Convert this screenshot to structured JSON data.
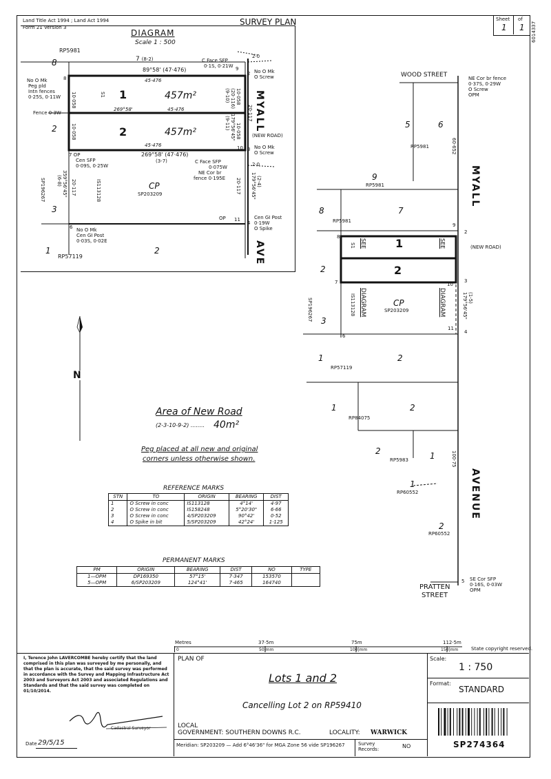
{
  "header": {
    "acts": "Land Title Act 1994 ;  Land Act 1994",
    "form": "Form 21 Version 3",
    "title": "SURVEY PLAN",
    "sheet_label": "Sheet",
    "of_label": "of",
    "sheet_num": "1",
    "sheet_total": "1",
    "doc_ref": "6014337"
  },
  "diagram": {
    "title": "DIAGRAM",
    "scale": "Scale  1 : 500",
    "lot1": "1",
    "lot1_area": "457m²",
    "lot2": "2",
    "lot2_area": "457m²",
    "lot_7": "7",
    "lot_7_ref": "(8-2)",
    "lot_8": "8",
    "lot_2": "2",
    "lot_3": "3",
    "lot_1": "1",
    "lot_2b": "2",
    "rp5981": "RP5981",
    "rp57119": "RP57119",
    "sp196267": "SP196267",
    "bearing_top": "89°58'  (47·476)",
    "dist_top": "45·476",
    "bearing_mid": "269°58'",
    "dist_mid": "45·476",
    "dist_bot": "45·476",
    "bearing_bot": "269°58'  (47·476)",
    "bot_ref": "(3-7)",
    "left_d1": "10·058",
    "left_d2": "10·058",
    "s1": "S1",
    "right_d1": "10·058",
    "right_d2": "20·117",
    "right_d3": "10·058",
    "right_b1": "179°56'45\"",
    "right_b2": "(20·116)",
    "right_ref1": "(9-10)",
    "right_ref2": "(9-11)",
    "right_lower_b": "179°56'45\"",
    "right_lower_d": "20·117",
    "right_lower_ref": "(2-4)",
    "left_lower_b": "359°56'45\"",
    "left_lower_ref": "(6-8)",
    "left_lower_d": "20·117",
    "cp": "CP",
    "cp_ref": "SP203209",
    "is113128": "IS113128",
    "no_mk_8": "No O Mk",
    "peg_pld": "Peg pld",
    "intn_fences": "Intn fences",
    "intn_vals": "0·25S, 0·11W",
    "fence": "Fence 0·3W",
    "pt7_op": "7  OP",
    "cen_sfp1": "Cen SFP",
    "cen_sfp1_v": "0·09S, 0·25W",
    "pt6": "6",
    "no_mk_6": "No O Mk",
    "cen_gi_6": "Cen GI Post",
    "cen_gi_6_v": "0·03S, 0·02E",
    "cface_top": "C Face SFP",
    "cface_top_v": "0·1S, 0·21W",
    "no_mk_2": "No O Mk",
    "o_screw_2": "O Screw",
    "no_mk_3": "No O Mk",
    "o_screw_3": "O Screw",
    "cface_mid": "C Face SFP",
    "cface_mid_v": "0·075W",
    "ne_cor": "NE Cor br",
    "ne_cor_v": "fence 0·195E",
    "op": "OP",
    "cen_gi_4": "Cen GI Post",
    "cen_gi_4_v": "0·19W",
    "o_spike": "O Spike",
    "new_road": "(NEW ROAD)",
    "dim20": "2·0",
    "dim20b": "2·0",
    "pt8": "8",
    "pt9": "9",
    "pt2": "2",
    "pt10": "10",
    "pt3": "3",
    "pt11": "11",
    "pt4": "4",
    "myall": "MYALL",
    "ave": "AVE"
  },
  "main_plan": {
    "wood_street": "WOOD STREET",
    "ne_cor_fence": "NE Cor br fence",
    "ne_cor_fence_v": "0·37S, 0·29W",
    "o_screw": "O Screw",
    "opm": "OPM",
    "lot5": "5",
    "lot6": "6",
    "rp5981_a": "RP5981",
    "d60652": "60·652",
    "lot9": "9",
    "rp5981_b": "RP5981",
    "myall": "MYALL",
    "lot8": "8",
    "lot7": "7",
    "rp5981_c": "RP5981",
    "lot1": "1",
    "lot2": "2",
    "see1": "SEE",
    "see2": "SEE",
    "s1": "S1",
    "diag1": "DIAGRAM",
    "diag2": "DIAGRAM",
    "cp": "CP",
    "sp203209": "SP203209",
    "is113128": "IS113128",
    "sp196267": "SP196267",
    "lot2_left": "2",
    "lot3_left": "3",
    "new_road": "(NEW ROAD)",
    "pt8": "8",
    "pt9": "9",
    "pt2": "2",
    "pt7": "7",
    "pt10": "10",
    "pt3": "3",
    "pt6": "6",
    "pt11": "11",
    "pt4": "4",
    "b1": "179°56'45\"",
    "b1ref": "(1-5)",
    "lot1_b": "1",
    "lot2_b": "2",
    "rp57119": "RP57119",
    "lot1_c": "1",
    "lot2_c": "2",
    "rp84075": "RP84075",
    "lot2_d": "2",
    "lot1_d": "1",
    "rp5983": "RP5983",
    "d10075": "100·75",
    "lot1_e": "1",
    "rp60552_a": "RP60552",
    "avenue": "AVENUE",
    "lot2_e": "2",
    "rp60552_b": "RP60552",
    "se_cor": "SE Cor SFP",
    "se_cor_v": "0·16S, 0·03W",
    "opm2": "OPM",
    "pt5": "5",
    "pratten": "PRATTEN",
    "street": "STREET",
    "north": "N"
  },
  "area_new_road": {
    "title": "Area of New Road",
    "formula": "(2-3-10-9-2)",
    "value": "40m²",
    "note1": "Peg placed at all new and original",
    "note2": "corners unless otherwise shown."
  },
  "reference_marks": {
    "title": "REFERENCE MARKS",
    "headers": [
      "STN",
      "TO",
      "ORIGIN",
      "BEARING",
      "DIST"
    ],
    "rows": [
      [
        "1",
        "O Screw in conc",
        "IS113128",
        "4°14'",
        "4·97"
      ],
      [
        "2",
        "O Screw in conc",
        "IS158248",
        "5°20'30\"",
        "6·66"
      ],
      [
        "3",
        "O Screw in conc",
        "4/SP203209",
        "90°42'",
        "0·52"
      ],
      [
        "4",
        "O Spike in bit",
        "5/SP203209",
        "42°24'",
        "1·125"
      ]
    ]
  },
  "permanent_marks": {
    "title": "PERMANENT MARKS",
    "headers": [
      "PM",
      "ORIGIN",
      "BEARING",
      "DIST",
      "NO",
      "TYPE"
    ],
    "rows": [
      [
        "1—OPM",
        "DP169350",
        "57°15'",
        "7·347",
        "153570",
        ""
      ],
      [
        "5—OPM",
        "6/SP203209",
        "124°41'",
        "7·465",
        "164740",
        ""
      ]
    ]
  },
  "scale_bar": {
    "metres": "Metres",
    "m0": "0",
    "m375": "37·5m",
    "m75": "75m",
    "m1125": "112·5m",
    "mm50": "50",
    "mm100": "100",
    "mm150": "150",
    "mm": "mm",
    "copyright": "State copyright reserved."
  },
  "certificate": {
    "text": "I, Terence John LAVERCOMBE hereby certify that the land comprised in this plan was surveyed by me personally, and that the plan is accurate, that the said survey was performed in accordance with the Survey and Mapping Infrastructure Act 2003 and Surveyors Act 2003 and associated Regulations and Standards and that the said survey was completed on 01/10/2014.",
    "role": "Cadastral Surveyor",
    "date_label": "Date",
    "date_value": "29/5/15"
  },
  "title_block": {
    "plan_of": "PLAN OF",
    "plan_title": "Lots 1 and 2",
    "cancelling": "Cancelling Lot 2 on RP59410",
    "local": "LOCAL",
    "government": "GOVERNMENT:  SOUTHERN DOWNS R.C.",
    "locality_label": "LOCALITY:",
    "locality": "WARWICK",
    "meridian": "Meridian:  SP203209 — Add 6°46'36\" for MGA Zone 56 vide SP196267",
    "survey_records_label": "Survey Records:",
    "survey_records": "NO",
    "scale_label": "Scale:",
    "scale": "1 : 750",
    "format_label": "Format:",
    "format": "STANDARD",
    "plan_number": "SP274364"
  }
}
